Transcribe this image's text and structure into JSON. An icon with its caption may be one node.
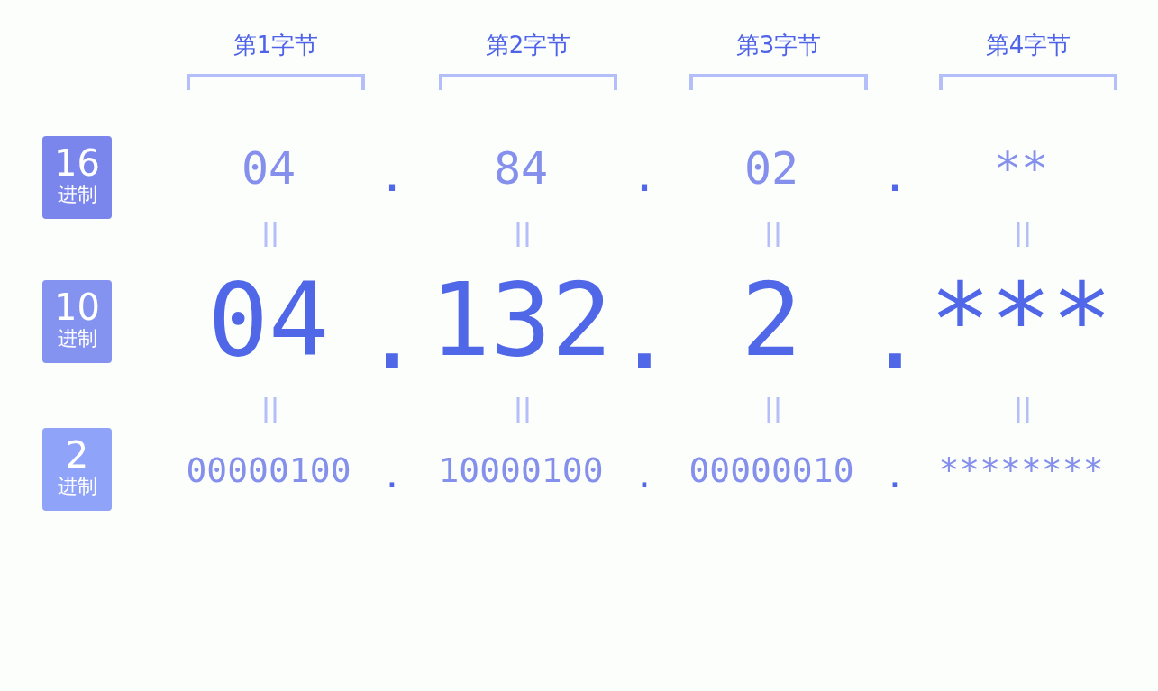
{
  "diagram": {
    "nodes": [
      {
        "text": [
          "16",
          "进制"
        ]
      },
      {
        "text": [
          "10",
          "进制"
        ]
      },
      {
        "text": [
          "2",
          "进制"
        ]
      }
    ],
    "labels": [
      "第1字节",
      "第2字节",
      "第3字节",
      "第4字节",
      "04",
      ".",
      "84",
      ".",
      "02",
      ".",
      "**",
      "04",
      ".",
      "132",
      ".",
      "2",
      ".",
      "***",
      "00000100",
      ".",
      "10000100",
      ".",
      "00000010",
      ".",
      "********"
    ]
  }
}
